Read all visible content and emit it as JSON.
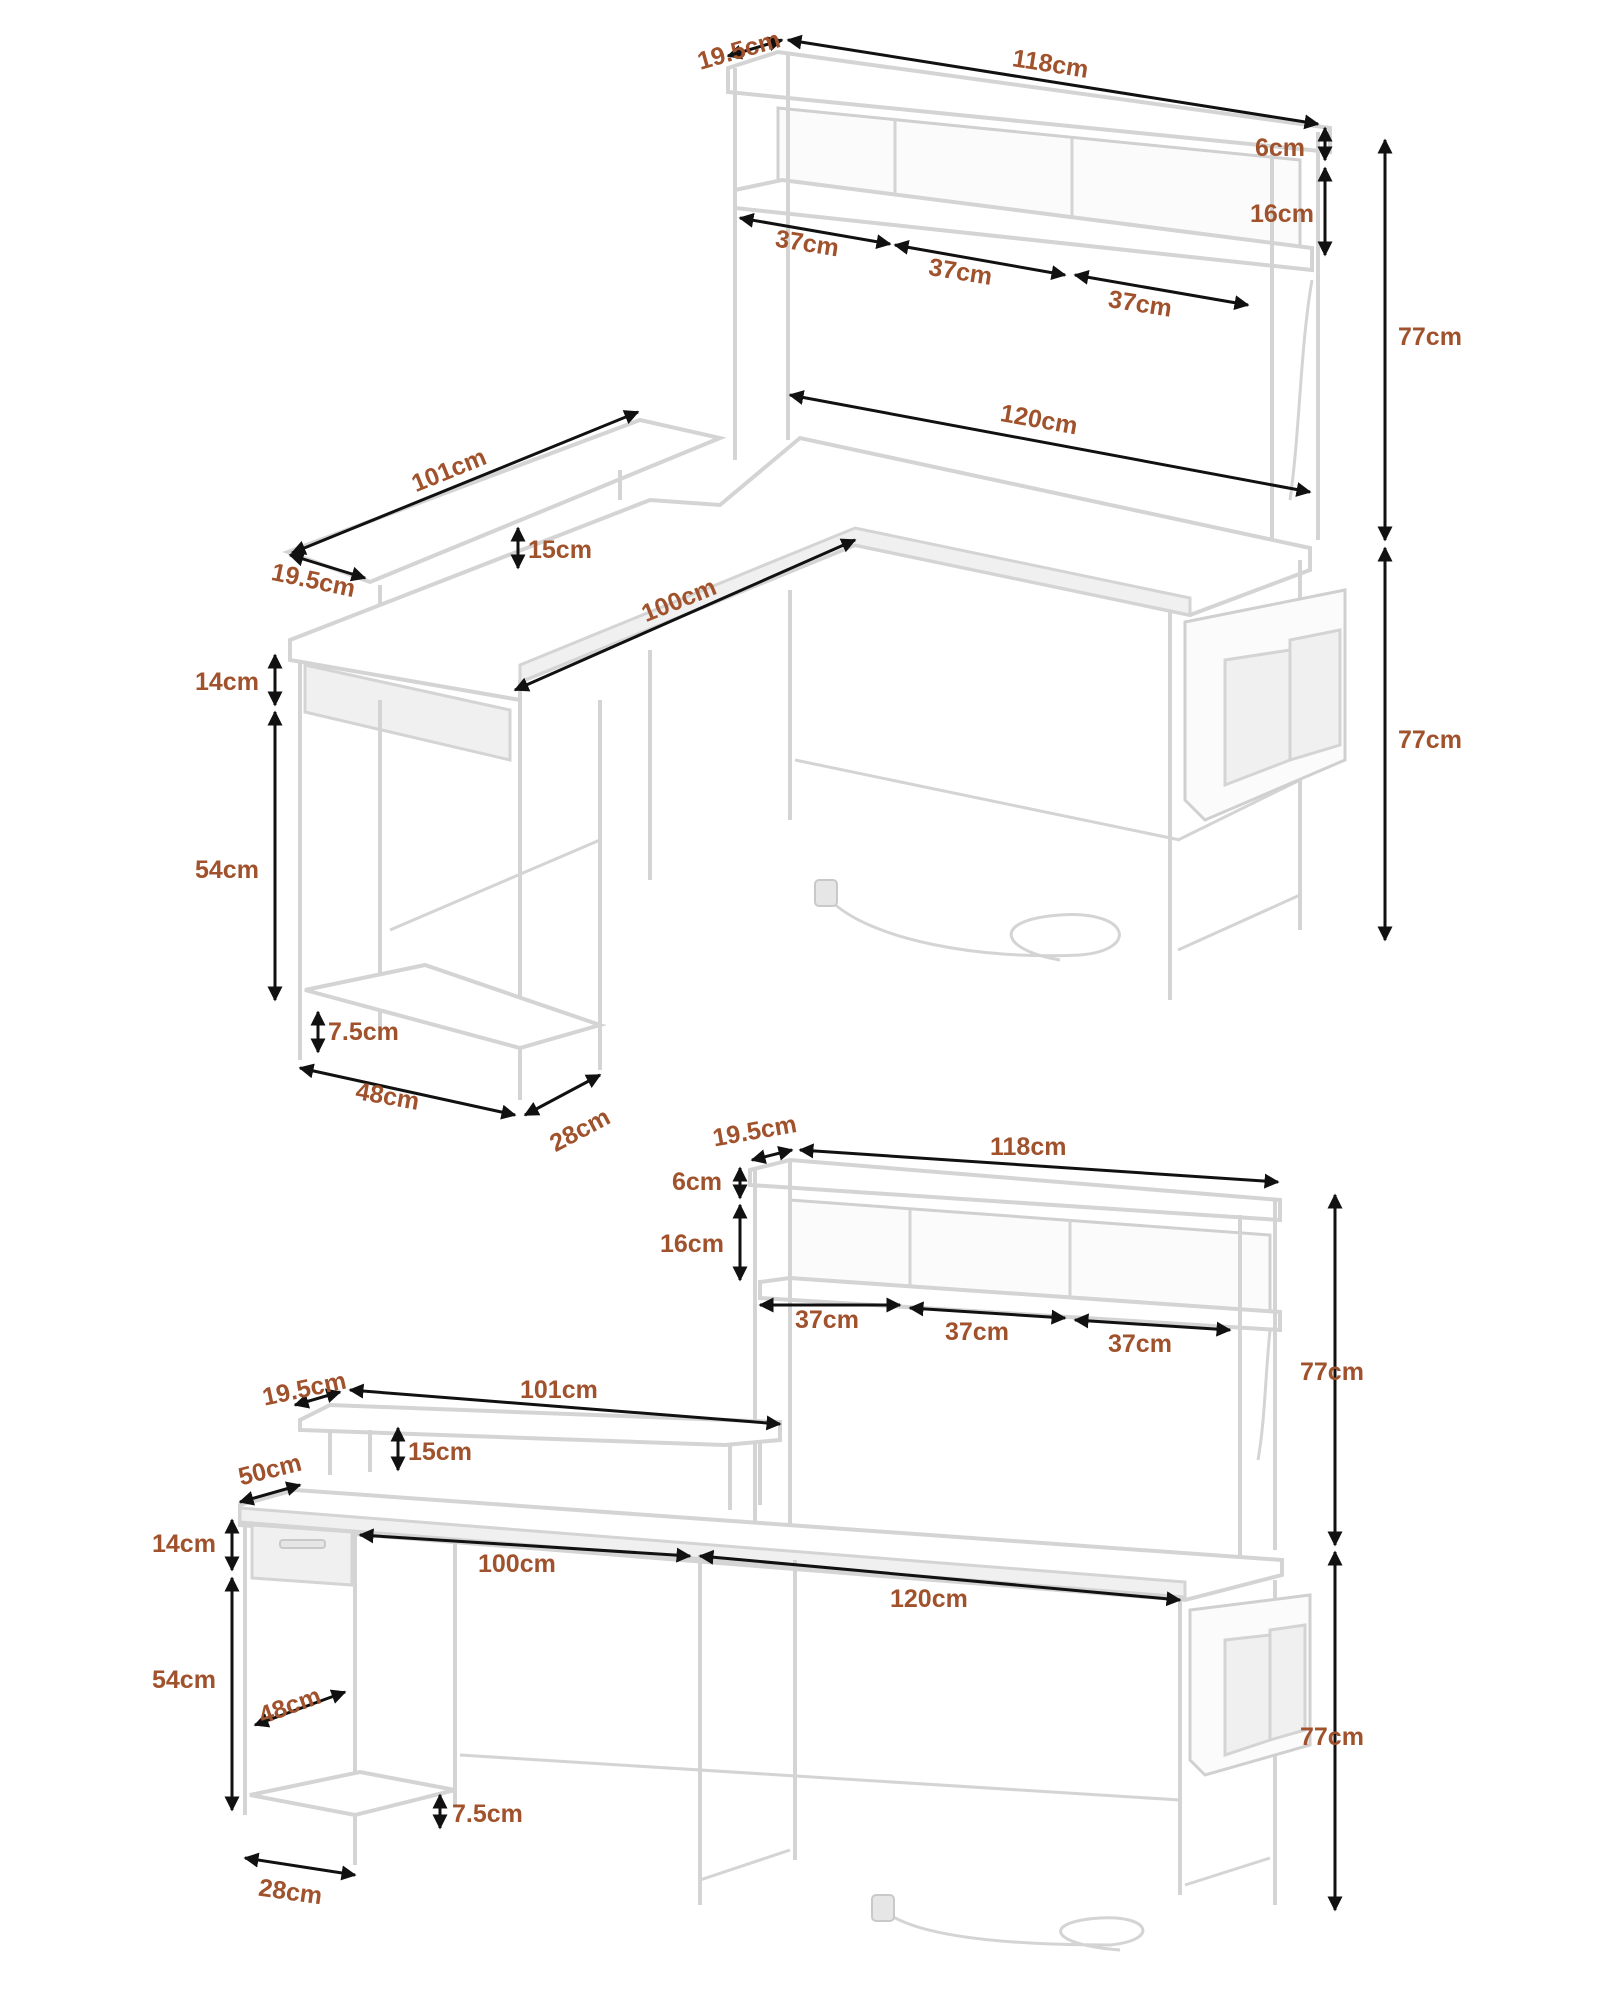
{
  "colors": {
    "dimension_text": "#a0522d",
    "arrow": "#111111",
    "frame": "#d4d4d4"
  },
  "top_view": {
    "hutch_depth": "19.5cm",
    "hutch_width": "118cm",
    "hutch_top_gap": "6cm",
    "hutch_cubby_height": "16cm",
    "cubby_1": "37cm",
    "cubby_2": "37cm",
    "cubby_3": "37cm",
    "hutch_total_height": "77cm",
    "right_desk_length": "120cm",
    "monitor_shelf_length": "101cm",
    "monitor_shelf_depth": "19.5cm",
    "monitor_shelf_height": "15cm",
    "left_desk_length": "100cm",
    "drawer_height": "14cm",
    "cabinet_height": "54cm",
    "bottom_shelf_clearance": "7.5cm",
    "cabinet_width": "48cm",
    "cabinet_depth": "28cm",
    "desk_height": "77cm"
  },
  "bottom_view": {
    "hutch_depth": "19.5cm",
    "hutch_width": "118cm",
    "hutch_top_gap": "6cm",
    "hutch_cubby_height": "16cm",
    "cubby_1": "37cm",
    "cubby_2": "37cm",
    "cubby_3": "37cm",
    "hutch_total_height": "77cm",
    "monitor_shelf_depth": "19.5cm",
    "monitor_shelf_length": "101cm",
    "desk_depth": "50cm",
    "monitor_shelf_height": "15cm",
    "drawer_height": "14cm",
    "left_desk_length": "100cm",
    "right_desk_length": "120cm",
    "cabinet_height": "54cm",
    "cabinet_width": "48cm",
    "bottom_shelf_clearance": "7.5cm",
    "cabinet_depth": "28cm",
    "desk_height": "77cm"
  }
}
